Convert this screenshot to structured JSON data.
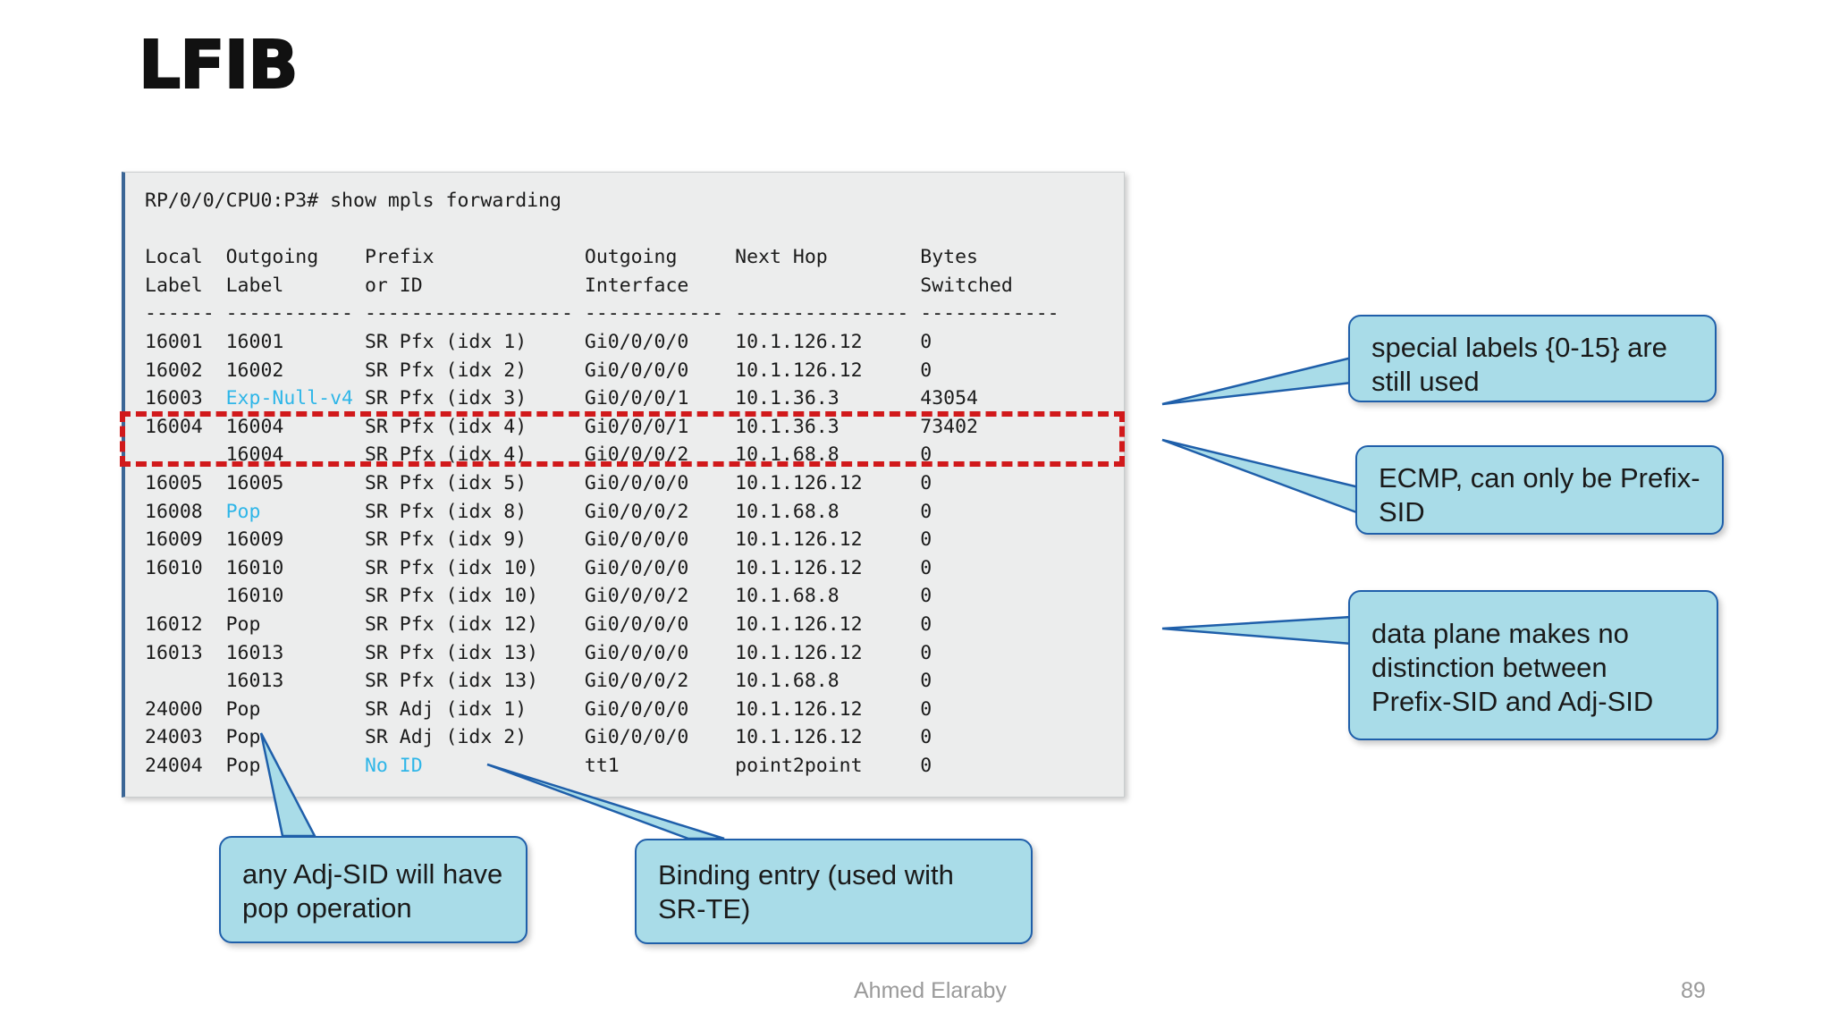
{
  "slide": {
    "title": "LFIB",
    "author": "Ahmed Elaraby",
    "page_number": "89"
  },
  "console": {
    "prompt_line": "RP/0/0/CPU0:P3# show mpls forwarding",
    "header_line_1": "Local  Outgoing    Prefix             Outgoing     Next Hop        Bytes",
    "header_line_2": "Label  Label       or ID              Interface                    Switched",
    "separator_line": "------ ----------- ------------------ ------------ --------------- ------------",
    "columns": [
      "Local Label",
      "Outgoing Label",
      "Prefix or ID",
      "Outgoing Interface",
      "Next Hop",
      "Bytes Switched"
    ],
    "rows": [
      {
        "local": "16001",
        "outgoing": "16001",
        "outgoing_color": "normal",
        "prefix": "SR Pfx (idx 1)",
        "prefix_color": "normal",
        "interface": "Gi0/0/0/0",
        "nexthop": "10.1.126.12",
        "bytes": "0"
      },
      {
        "local": "16002",
        "outgoing": "16002",
        "outgoing_color": "normal",
        "prefix": "SR Pfx (idx 2)",
        "prefix_color": "normal",
        "interface": "Gi0/0/0/0",
        "nexthop": "10.1.126.12",
        "bytes": "0"
      },
      {
        "local": "16003",
        "outgoing": "Exp-Null-v4",
        "outgoing_color": "cyan",
        "prefix": "SR Pfx (idx 3)",
        "prefix_color": "normal",
        "interface": "Gi0/0/0/1",
        "nexthop": "10.1.36.3",
        "bytes": "43054"
      },
      {
        "local": "16004",
        "outgoing": "16004",
        "outgoing_color": "normal",
        "prefix": "SR Pfx (idx 4)",
        "prefix_color": "normal",
        "interface": "Gi0/0/0/1",
        "nexthop": "10.1.36.3",
        "bytes": "73402"
      },
      {
        "local": "",
        "outgoing": "16004",
        "outgoing_color": "normal",
        "prefix": "SR Pfx (idx 4)",
        "prefix_color": "normal",
        "interface": "Gi0/0/0/2",
        "nexthop": "10.1.68.8",
        "bytes": "0"
      },
      {
        "local": "16005",
        "outgoing": "16005",
        "outgoing_color": "normal",
        "prefix": "SR Pfx (idx 5)",
        "prefix_color": "normal",
        "interface": "Gi0/0/0/0",
        "nexthop": "10.1.126.12",
        "bytes": "0"
      },
      {
        "local": "16008",
        "outgoing": "Pop",
        "outgoing_color": "cyan",
        "prefix": "SR Pfx (idx 8)",
        "prefix_color": "normal",
        "interface": "Gi0/0/0/2",
        "nexthop": "10.1.68.8",
        "bytes": "0"
      },
      {
        "local": "16009",
        "outgoing": "16009",
        "outgoing_color": "normal",
        "prefix": "SR Pfx (idx 9)",
        "prefix_color": "normal",
        "interface": "Gi0/0/0/0",
        "nexthop": "10.1.126.12",
        "bytes": "0"
      },
      {
        "local": "16010",
        "outgoing": "16010",
        "outgoing_color": "normal",
        "prefix": "SR Pfx (idx 10)",
        "prefix_color": "normal",
        "interface": "Gi0/0/0/0",
        "nexthop": "10.1.126.12",
        "bytes": "0"
      },
      {
        "local": "",
        "outgoing": "16010",
        "outgoing_color": "normal",
        "prefix": "SR Pfx (idx 10)",
        "prefix_color": "normal",
        "interface": "Gi0/0/0/2",
        "nexthop": "10.1.68.8",
        "bytes": "0"
      },
      {
        "local": "16012",
        "outgoing": "Pop",
        "outgoing_color": "normal",
        "prefix": "SR Pfx (idx 12)",
        "prefix_color": "normal",
        "interface": "Gi0/0/0/0",
        "nexthop": "10.1.126.12",
        "bytes": "0"
      },
      {
        "local": "16013",
        "outgoing": "16013",
        "outgoing_color": "normal",
        "prefix": "SR Pfx (idx 13)",
        "prefix_color": "normal",
        "interface": "Gi0/0/0/0",
        "nexthop": "10.1.126.12",
        "bytes": "0"
      },
      {
        "local": "",
        "outgoing": "16013",
        "outgoing_color": "normal",
        "prefix": "SR Pfx (idx 13)",
        "prefix_color": "normal",
        "interface": "Gi0/0/0/2",
        "nexthop": "10.1.68.8",
        "bytes": "0"
      },
      {
        "local": "24000",
        "outgoing": "Pop",
        "outgoing_color": "normal",
        "prefix": "SR Adj (idx 1)",
        "prefix_color": "normal",
        "interface": "Gi0/0/0/0",
        "nexthop": "10.1.126.12",
        "bytes": "0"
      },
      {
        "local": "24003",
        "outgoing": "Pop",
        "outgoing_color": "normal",
        "prefix": "SR Adj (idx 2)",
        "prefix_color": "normal",
        "interface": "Gi0/0/0/0",
        "nexthop": "10.1.126.12",
        "bytes": "0"
      },
      {
        "local": "24004",
        "outgoing": "Pop",
        "outgoing_color": "normal",
        "prefix": "No ID",
        "prefix_color": "cyan",
        "interface": "tt1",
        "nexthop": "point2point",
        "bytes": "0"
      }
    ]
  },
  "callouts": [
    {
      "id": "special-labels",
      "line1": "special labels {0-15} are",
      "line2": "still used",
      "line3": ""
    },
    {
      "id": "ecmp",
      "line1": "ECMP, can only be Prefix-",
      "line2": "SID",
      "line3": ""
    },
    {
      "id": "data-plane",
      "line1": "data plane makes no",
      "line2": "distinction between",
      "line3": "Prefix-SID and Adj-SID"
    },
    {
      "id": "adj-sid-pop",
      "line1": "any Adj-SID will have",
      "line2": "pop operation",
      "line3": ""
    },
    {
      "id": "binding-entry",
      "line1": "Binding entry (used with",
      "line2": "SR-TE)",
      "line3": ""
    }
  ],
  "colors": {
    "callout_fill": "#a9dce8",
    "callout_border": "#1f5faa",
    "highlight_red": "#d1191b",
    "console_bg": "#eceded",
    "console_accent": "#3b6696",
    "terminal_cyan": "#2fb6e8"
  }
}
